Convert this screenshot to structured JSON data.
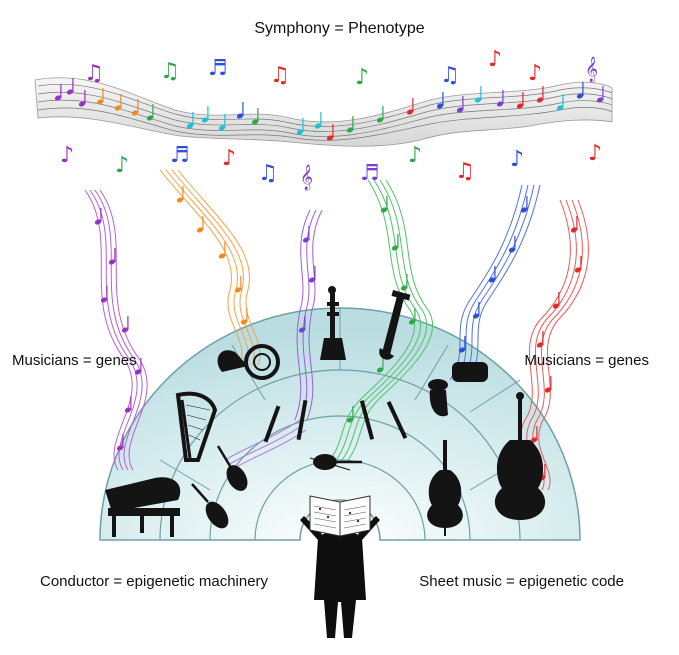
{
  "title": "Symphony = Phenotype",
  "labels": {
    "musicians_left": "Musicians = genes",
    "musicians_right": "Musicians = genes",
    "conductor": "Conductor = epigenetic machinery",
    "sheet_music": "Sheet music = epigenetic code"
  },
  "icons": [
    "music-note-icon",
    "treble-clef-icon",
    "piano-icon",
    "harp-icon",
    "french-horn-icon",
    "trumpet-icon",
    "trombone-icon",
    "tuba-icon",
    "violin-icon",
    "clarinet-icon",
    "cello-icon",
    "double-bass-icon",
    "conductor-icon",
    "sheet-music-icon"
  ],
  "colors": {
    "stage": "#c9e6e9",
    "stage_edge": "#7fb3ba",
    "purple": "#9a2fc0",
    "orange": "#f08a1c",
    "green": "#2ea84a",
    "blue": "#2f4fd8",
    "red": "#e02a2a",
    "cyan": "#19c2d6",
    "violet": "#7a3fd0"
  }
}
